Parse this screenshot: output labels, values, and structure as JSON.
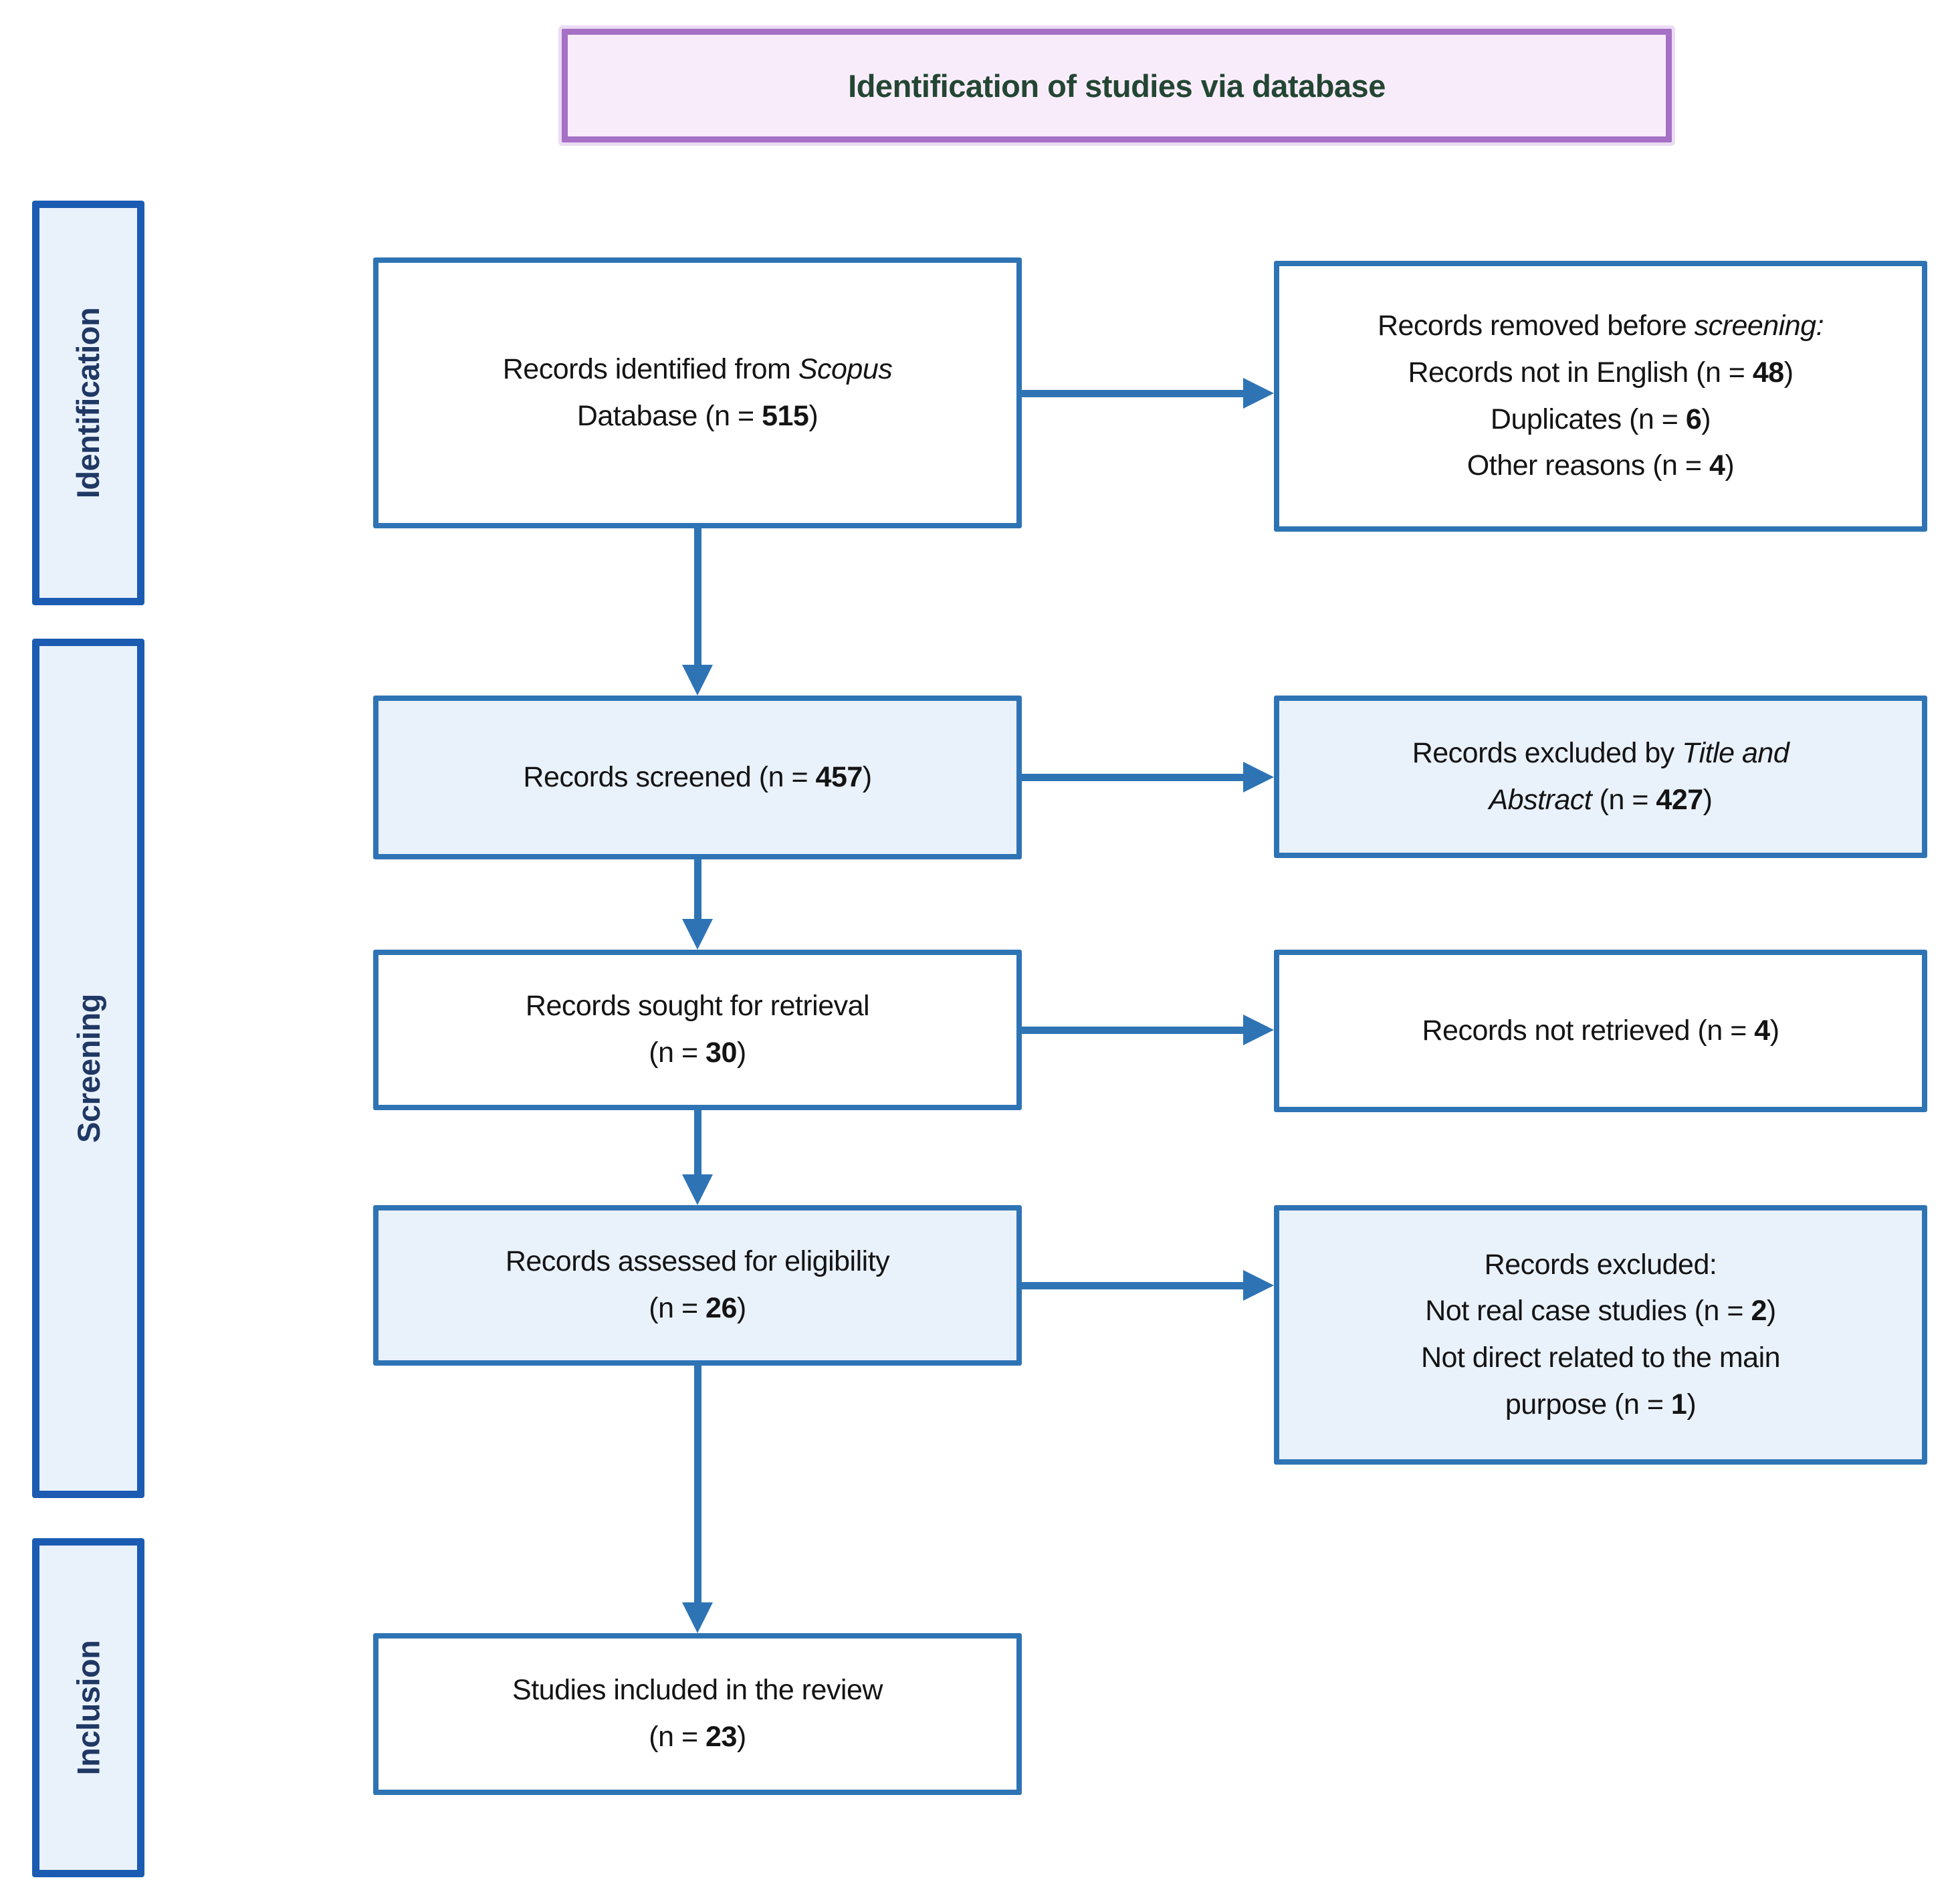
{
  "title": {
    "text": "Identification of studies via database"
  },
  "stages": {
    "identification": "Identification",
    "screening": "Screening",
    "inclusion": "Inclusion"
  },
  "boxes": {
    "identified": {
      "l1": "Records identified from ",
      "l1i": "Scopus",
      "l2": "Database (n = ",
      "n": "515",
      "close": ")"
    },
    "removed": {
      "l1": "Records removed before ",
      "l1i": "screening:",
      "l2": "Records not in English (n = ",
      "n2": "48",
      "l3": "Duplicates (n = ",
      "n3": "6",
      "l4": "Other reasons (n = ",
      "n4": "4",
      "close": ")"
    },
    "screened": {
      "l1": "Records screened (n = ",
      "n": "457",
      "close": ")"
    },
    "excluded_title_abstract": {
      "l1": "Records excluded by ",
      "l1i": "Title and",
      "l2i": "Abstract",
      "l2": " (n = ",
      "n": "427",
      "close": ")"
    },
    "sought": {
      "l1": "Records sought for retrieval",
      "l2": "(n = ",
      "n": "30",
      "close": ")"
    },
    "not_retrieved": {
      "l1": "Records not retrieved (n = ",
      "n": "4",
      "close": ")"
    },
    "assessed": {
      "l1": "Records assessed for eligibility",
      "l2": "(n = ",
      "n": "26",
      "close": ")"
    },
    "excluded_eligibility": {
      "l1": "Records excluded:",
      "l2": "Not real case studies (n = ",
      "n2": "2",
      "l3": "Not direct related to the main",
      "l4": "purpose (n = ",
      "n4": "1",
      "close": ")"
    },
    "included": {
      "l1": "Studies included in the review",
      "l2": "(n = ",
      "n": "23",
      "close": ")"
    }
  },
  "colors": {
    "accent_blue": "#2E74B5",
    "label_border": "#1B5BB2",
    "light_blue_fill": "#E9F1FB",
    "purple_border": "#A570C5",
    "purple_fill": "#F8ECFA",
    "title_text": "#234633",
    "label_text": "#1F3864",
    "body_text": "#141414",
    "box_white": "#FFFFFF"
  }
}
